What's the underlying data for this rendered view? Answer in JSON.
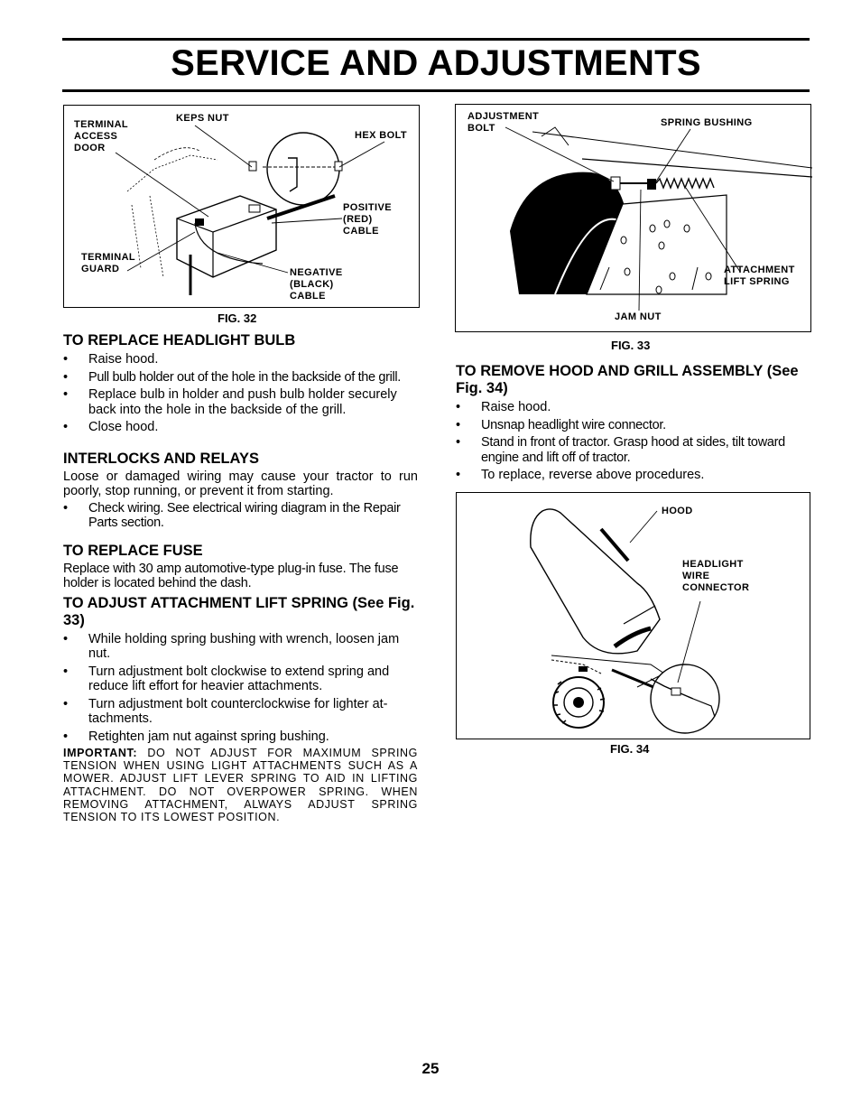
{
  "page_title": "SERVICE AND ADJUSTMENTS",
  "page_number": "25",
  "fig32": {
    "caption": "FIG. 32",
    "labels": {
      "terminal_access_door": "TERMINAL\nACCESS\nDOOR",
      "keps_nut": "KEPS NUT",
      "hex_bolt": "HEX BOLT",
      "positive_cable": "POSITIVE\n(RED)\nCABLE",
      "terminal_guard": "TERMINAL\nGUARD",
      "negative_cable": "NEGATIVE\n(BLACK)\nCABLE"
    }
  },
  "fig33": {
    "caption": "FIG. 33",
    "labels": {
      "adjustment_bolt": "ADJUSTMENT\nBOLT",
      "spring_bushing": "SPRING BUSHING",
      "attachment_lift_spring": "ATTACHMENT\nLIFT SPRING",
      "jam_nut": "JAM NUT"
    }
  },
  "fig34": {
    "caption": "FIG. 34",
    "labels": {
      "hood": "HOOD",
      "headlight_wire_connector": "HEADLIGHT\nWIRE\nCONNECTOR"
    }
  },
  "headlight": {
    "heading": "TO REPLACE HEADLIGHT BULB",
    "items": [
      "Raise hood.",
      "Pull bulb holder out of the hole in the backside of the grill.",
      "Replace bulb in holder and push bulb holder securely back into the hole in the backside of the grill.",
      "Close hood."
    ]
  },
  "interlocks": {
    "heading": "INTERLOCKS AND RELAYS",
    "text": "Loose or damaged wiring may cause your tractor to run poorly, stop running, or prevent it from starting.",
    "items": [
      "Check wiring. See electrical wiring diagram in the Repair Parts section."
    ]
  },
  "fuse": {
    "heading": "TO REPLACE FUSE",
    "text": "Replace with 30 amp automotive-type plug-in fuse. The fuse holder is located behind the dash."
  },
  "lift_spring": {
    "heading": "TO ADJUST ATTACHMENT LIFT SPRING (See Fig. 33)",
    "items": [
      "While holding spring bushing with wrench, loosen jam nut.",
      "Turn adjustment bolt clockwise to extend spring and reduce lift effort for heavier attachments.",
      "Turn adjustment bolt counterclockwise for lighter at-tachments.",
      "Retighten jam nut against spring bushing."
    ],
    "important_label": "IMPORTANT:",
    "important_text": " DO NOT ADJUST FOR MAXIMUM SPRING TENSION WHEN USING LIGHT ATTACHMENTS SUCH AS A MOWER. ADJUST LIFT LEVER SPRING TO AID IN LIFTING ATTACHMENT. DO NOT OVERPOWER SPRING. WHEN REMOVING ATTACHMENT, ALWAYS ADJUST SPRING TENSION TO ITS LOWEST POSITION."
  },
  "hood": {
    "heading": "TO REMOVE HOOD AND GRILL ASSEMBLY (See Fig. 34)",
    "items": [
      "Raise hood.",
      "Unsnap headlight wire connector.",
      "Stand in front of tractor. Grasp hood at sides, tilt toward engine and lift off of tractor.",
      "To replace, reverse above procedures."
    ]
  }
}
